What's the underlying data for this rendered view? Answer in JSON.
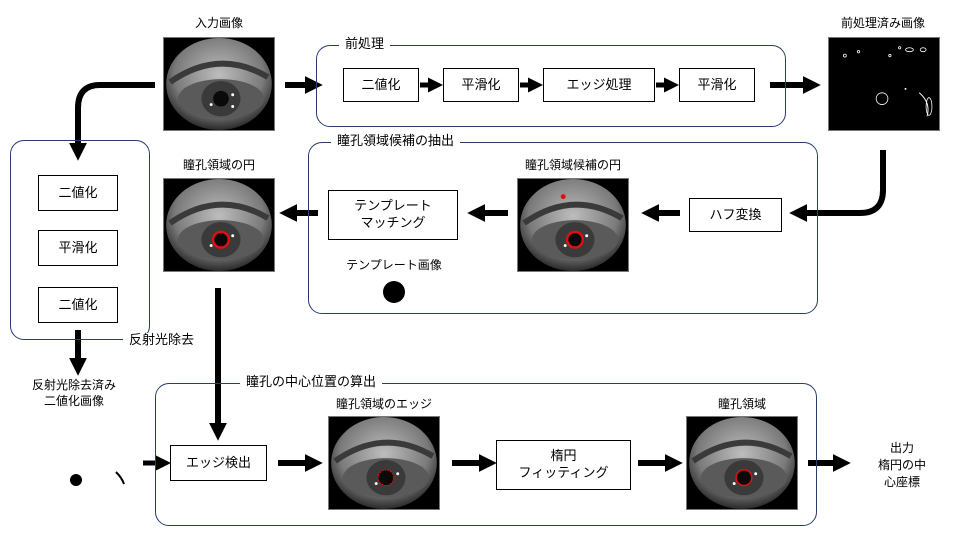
{
  "labels": {
    "input_image": "入力画像",
    "preprocessed_image": "前処理済み画像",
    "pupil_circle": "瞳孔領域の円",
    "candidate_circle": "瞳孔領域候補の円",
    "template_image": "テンプレート画像",
    "reflection_output": "反射光除去済み\n二値化画像",
    "pupil_edge": "瞳孔領域のエッジ",
    "pupil_region": "瞳孔領域",
    "output": "出力\n楕円の中心座標"
  },
  "groups": {
    "preprocess": "前処理",
    "candidate_extraction": "瞳孔領域候補の抽出",
    "reflection_removal": "反射光除去",
    "center_calc": "瞳孔の中心位置の算出"
  },
  "boxes": {
    "pre_binarize": "二値化",
    "pre_smooth1": "平滑化",
    "pre_edge": "エッジ処理",
    "pre_smooth2": "平滑化",
    "hough": "ハフ変換",
    "template_matching": "テンプレート\nマッチング",
    "ref_binarize1": "二値化",
    "ref_smooth": "平滑化",
    "ref_binarize2": "二値化",
    "edge_detect": "エッジ検出",
    "ellipse_fit": "楕円\nフィッティング"
  },
  "colors": {
    "group_border": "#2b3d6b",
    "pupil_ring": "#e01010",
    "arrow": "#000000"
  }
}
